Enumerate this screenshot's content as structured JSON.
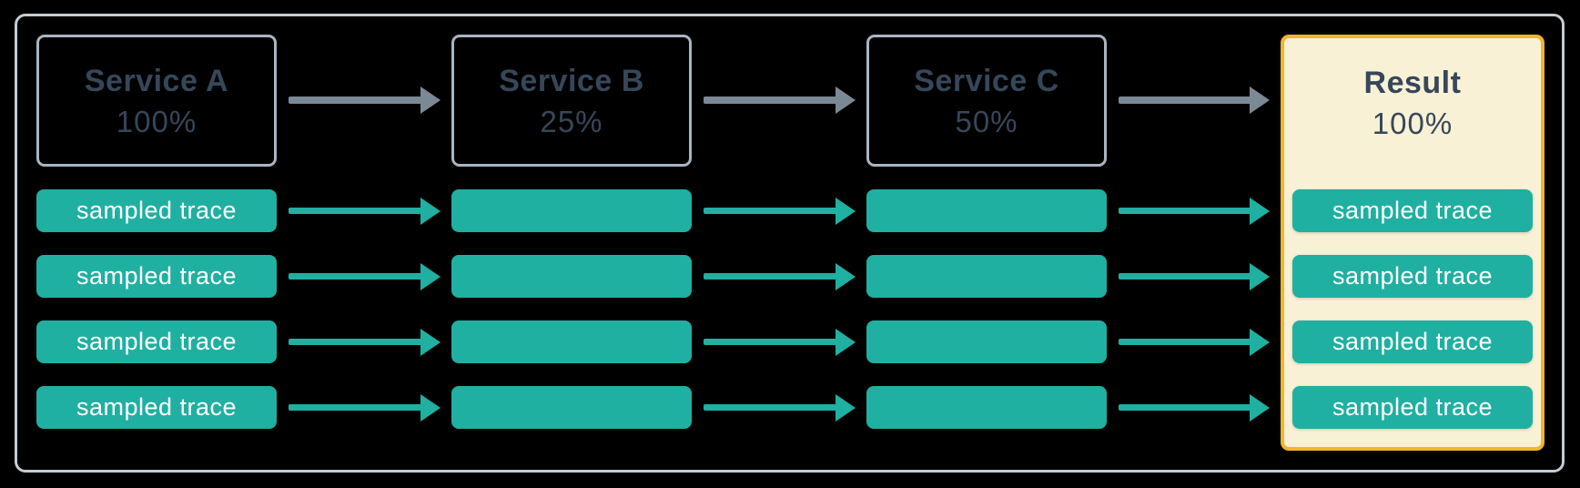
{
  "diagram": {
    "description": "sampling flow diagram",
    "columns": [
      {
        "title": "Service A",
        "percent": "100%",
        "kind": "service",
        "pill_labeled": true
      },
      {
        "title": "Service B",
        "percent": "25%",
        "kind": "service",
        "pill_labeled": false
      },
      {
        "title": "Service C",
        "percent": "50%",
        "kind": "service",
        "pill_labeled": false
      },
      {
        "title": "Result",
        "percent": "100%",
        "kind": "result",
        "pill_labeled": true
      }
    ],
    "trace_label": "sampled trace",
    "row_count": 4,
    "colors": {
      "background": "#000000",
      "container_border": "#c2ccd4",
      "service_box_border": "#a9b5c1",
      "heading_text": "#36475a",
      "trace_teal": "#1fb0a1",
      "arrow_gray": "#7b8995",
      "result_background": "#f9f1d6",
      "result_border": "#f1b52c",
      "trace_text": "#ffffff"
    }
  }
}
